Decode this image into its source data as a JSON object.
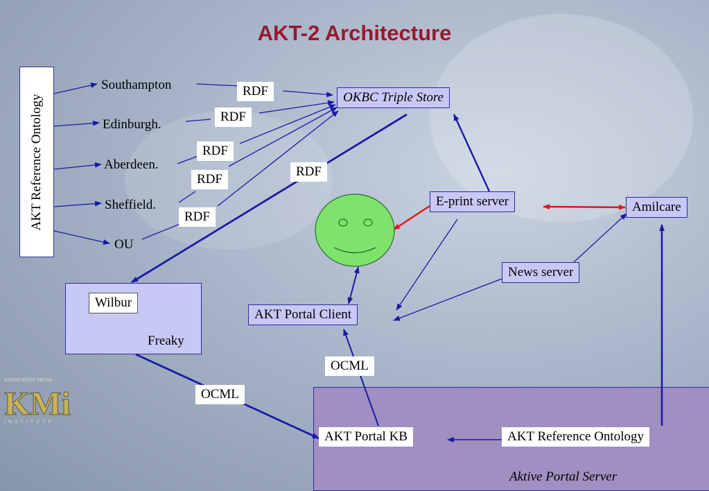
{
  "title": "AKT-2 Architecture",
  "vertical_box": {
    "label": "AKT Reference Ontology"
  },
  "sources": [
    "Southampton",
    "Edinburgh.",
    "Aberdeen.",
    "Sheffield.",
    "OU"
  ],
  "rdf_labels": [
    "RDF",
    "RDF",
    "RDF",
    "RDF",
    "RDF",
    "RDF"
  ],
  "nodes": {
    "okbc": "OKBC Triple Store",
    "eprint": "E-print server",
    "amilcare": "Amilcare",
    "news": "News server",
    "portal_client": "AKT Portal Client",
    "wilbur": "Wilbur",
    "freaky": "Freaky",
    "portal_kb": "AKT Portal KB",
    "ref_ontology": "AKT Reference Ontology",
    "server": "Aktive Portal Server"
  },
  "ocml_labels": [
    "OCML",
    "OCML"
  ],
  "logo": {
    "text": "KMi",
    "top_text": "KNOWLEDGE MEDIA",
    "bottom_text": "INSTITUTE"
  },
  "colors": {
    "title": "#99182f",
    "arrow": "#1a1aa8",
    "red_arrow": "#e01818",
    "smiley": "#7ee36b"
  }
}
